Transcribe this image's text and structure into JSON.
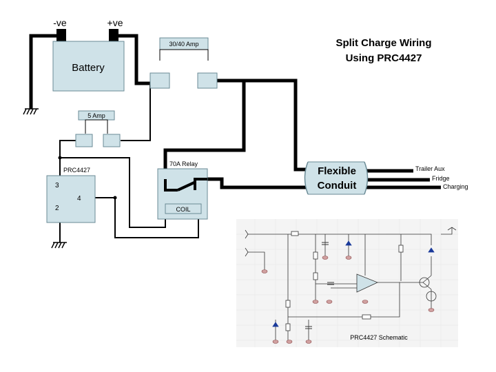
{
  "title": {
    "line1": "Split Charge Wiring",
    "line2": "Using PRC4427"
  },
  "battery": {
    "label": "Battery",
    "neg": "-ve",
    "pos": "+ve"
  },
  "fuse_main": {
    "label": "30/40 Amp"
  },
  "fuse_small": {
    "label": "5 Amp"
  },
  "relay": {
    "label": "70A Relay",
    "coil": "COIL"
  },
  "module": {
    "label": "PRC4427",
    "pin3": "3",
    "pin4": "4",
    "pin2": "2"
  },
  "conduit": {
    "line1": "Flexible",
    "line2": "Conduit"
  },
  "outputs": [
    "Trailer Aux",
    "Fridge",
    "Charging"
  ],
  "schematic": {
    "caption": "PRC4427 Schematic"
  },
  "colors": {
    "box_fill": "#cfe2e8",
    "box_stroke": "#6a8a95",
    "wire": "#000000",
    "schematic_bg": "#f4f4f4"
  }
}
